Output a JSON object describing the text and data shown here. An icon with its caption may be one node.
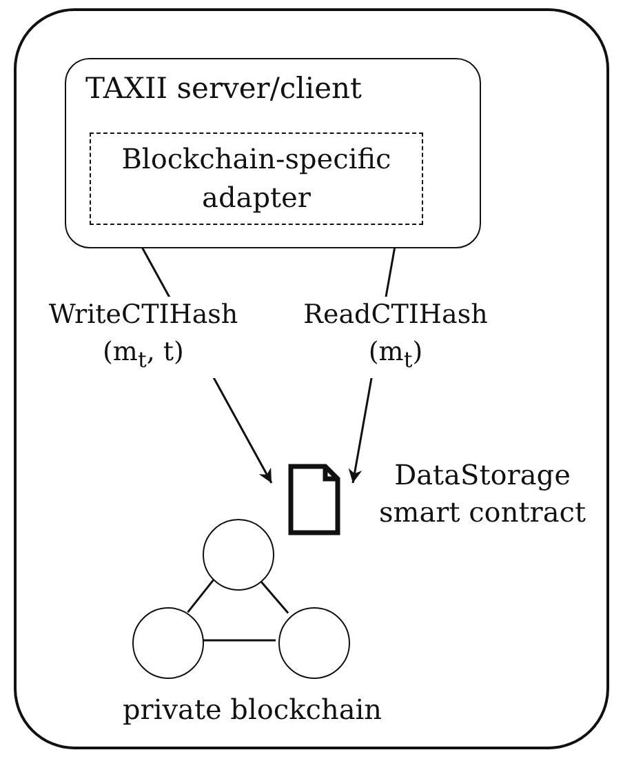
{
  "diagram": {
    "nodes": [
      {
        "text": [],
        "shape": "box"
      },
      {
        "text": [
          "TAXII server/client"
        ],
        "in": 0
      },
      {
        "text": [
          "Blockchain-specific adapter"
        ],
        "in": 1
      },
      {
        "text": [],
        "shape": "document",
        "in": 0,
        "beside": [
          "DataStorage smart contract"
        ]
      },
      {
        "text": [],
        "shape": "circle",
        "in": 0
      },
      {
        "text": [],
        "shape": "circle",
        "in": 0
      },
      {
        "text": [],
        "shape": "circle",
        "in": 0
      }
    ],
    "edges": [
      {
        "from": 1,
        "to": 3,
        "arrow": "to",
        "label": "WriteCTIHash (m$_{t}$, t)"
      },
      {
        "from": 1,
        "to": 3,
        "arrow": "to",
        "label": "ReadCTIHash (m$_{t}$)"
      },
      {
        "from": 4,
        "to": 5,
        "arrow": "none"
      },
      {
        "from": 4,
        "to": 6,
        "arrow": "none"
      },
      {
        "from": 5,
        "to": 6,
        "arrow": "none"
      }
    ],
    "labels": [
      "private blockchain"
    ]
  }
}
